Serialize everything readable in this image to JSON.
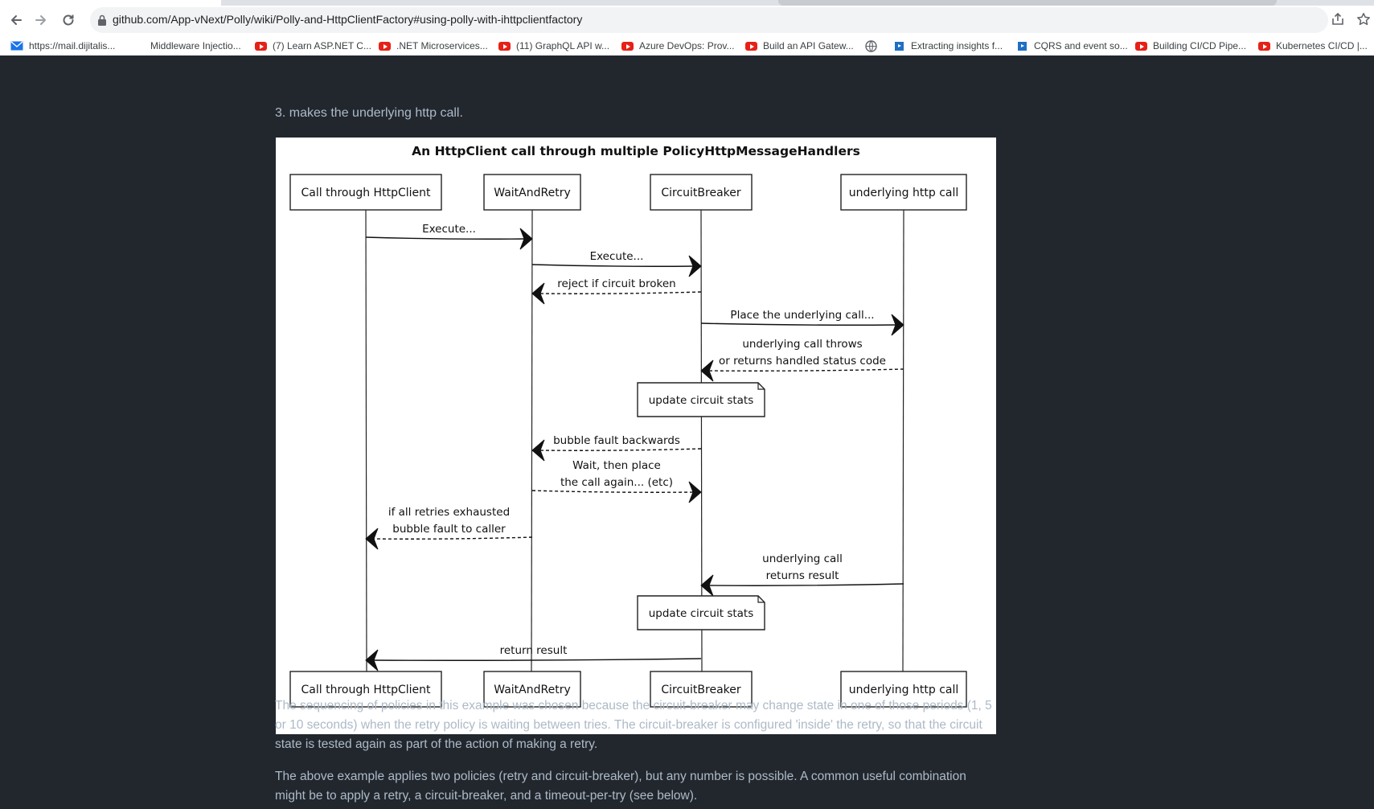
{
  "browser": {
    "url": "github.com/App-vNext/Polly/wiki/Polly-and-HttpClientFactory#using-polly-with-ihttpclientfactory",
    "bookmarks": [
      {
        "label": "https://mail.dijitalis...",
        "icon": "mail-icon"
      },
      {
        "label": "Middleware Injectio...",
        "icon": "none"
      },
      {
        "label": "(7) Learn ASP.NET C...",
        "icon": "youtube-icon"
      },
      {
        "label": ".NET Microservices...",
        "icon": "youtube-icon"
      },
      {
        "label": "(11) GraphQL API w...",
        "icon": "youtube-icon"
      },
      {
        "label": "Azure DevOps: Prov...",
        "icon": "youtube-icon"
      },
      {
        "label": "Build an API Gatew...",
        "icon": "youtube-icon"
      },
      {
        "label": "",
        "icon": "globe-icon"
      },
      {
        "label": "Extracting insights f...",
        "icon": "azure-icon"
      },
      {
        "label": "CQRS and event so...",
        "icon": "azure-icon"
      },
      {
        "label": "Building CI/CD Pipe...",
        "icon": "youtube-icon"
      },
      {
        "label": "Kubernetes CI/CD |...",
        "icon": "youtube-icon"
      }
    ]
  },
  "page": {
    "prev_line": "3. makes the underlying http call.",
    "paragraph1": "The sequencing of policies in this example was chosen because the circuit-breaker may change state in one of those periods (1, 5 or 10 seconds) when the retry policy is waiting between tries. The circuit-breaker is configured 'inside' the retry, so that the circuit state is tested again as part of the action of making a retry.",
    "paragraph2": "The above example applies two policies (retry and circuit-breaker), but any number is possible. A common useful combination might be to apply a retry, a circuit-breaker, and a timeout-per-try (see below)."
  },
  "diagram": {
    "title": "An HttpClient call through multiple PolicyHttpMessageHandlers",
    "participants": [
      "Call through HttpClient",
      "WaitAndRetry",
      "CircuitBreaker",
      "underlying http call"
    ],
    "messages": [
      {
        "from": 0,
        "to": 1,
        "style": "solid",
        "lines": [
          "Execute..."
        ]
      },
      {
        "from": 1,
        "to": 2,
        "style": "solid",
        "lines": [
          "Execute..."
        ]
      },
      {
        "from": 2,
        "to": 1,
        "style": "dashed",
        "lines": [
          "reject if circuit broken"
        ]
      },
      {
        "from": 2,
        "to": 3,
        "style": "solid",
        "lines": [
          "Place the underlying call..."
        ]
      },
      {
        "from": 3,
        "to": 2,
        "style": "dashed",
        "lines": [
          "underlying call throws",
          "or returns handled status code"
        ]
      },
      {
        "from": 2,
        "to": 1,
        "style": "dashed",
        "lines": [
          "bubble fault backwards"
        ]
      },
      {
        "from": 1,
        "to": 2,
        "style": "dashed",
        "lines": [
          "Wait, then place",
          "the call again... (etc)"
        ]
      },
      {
        "from": 1,
        "to": 0,
        "style": "dashed",
        "lines": [
          "if all retries exhausted",
          "bubble fault to caller"
        ]
      },
      {
        "from": 3,
        "to": 2,
        "style": "solid",
        "lines": [
          "underlying call",
          "returns result"
        ]
      },
      {
        "from": 2,
        "to": 0,
        "style": "solid",
        "lines": [
          "return result"
        ]
      }
    ],
    "notes": [
      "update circuit stats",
      "update circuit stats"
    ]
  }
}
